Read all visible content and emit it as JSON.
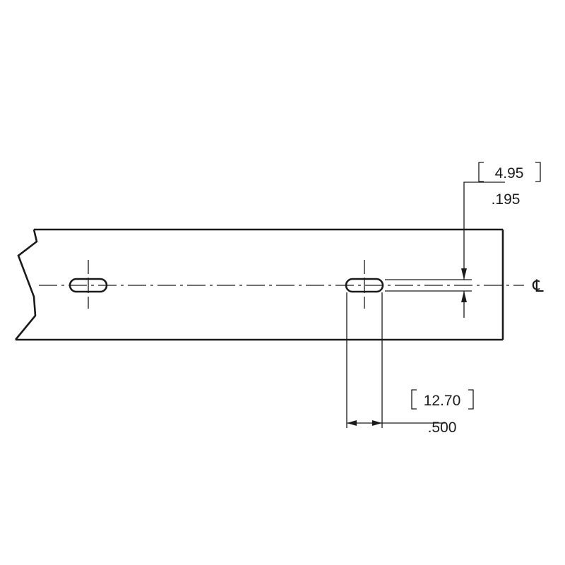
{
  "dimensions": {
    "slot_offset": {
      "metric": "4.95",
      "imperial": ".195"
    },
    "slot_width": {
      "metric": "12.70",
      "imperial": ".500"
    }
  },
  "symbols": {
    "centerline": "℄"
  }
}
